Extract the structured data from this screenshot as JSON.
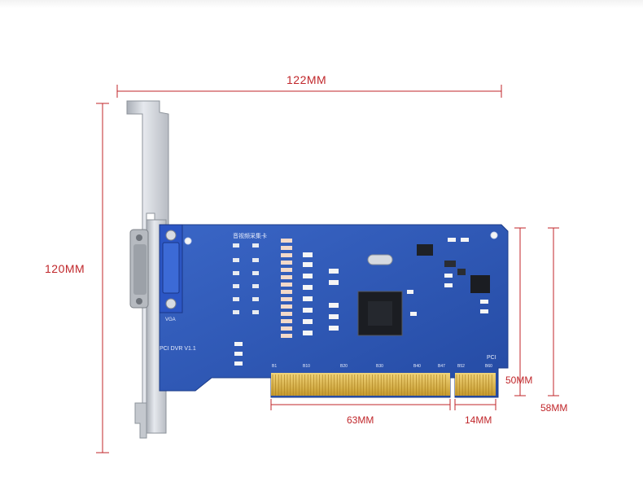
{
  "dimensions": {
    "width_label": "122MM",
    "height_label": "120MM",
    "card_height_label": "50MM",
    "overall_height_label": "58MM",
    "connector_a_label": "63MM",
    "connector_b_label": "14MM"
  },
  "board": {
    "title_chinese": "音视频采集卡",
    "model": "PCI DVR V1.1",
    "vga_label": "VGA",
    "pci_label": "PCI",
    "pin_labels": [
      "B1",
      "B10",
      "B20",
      "B30",
      "B40",
      "B47",
      "B52",
      "B60"
    ]
  },
  "colors": {
    "dimension_line": "#c0262a",
    "pcb_blue": "#2d57b8",
    "gold_fingers": "#d9b54a",
    "bracket_metal": "#c9cdd3"
  }
}
